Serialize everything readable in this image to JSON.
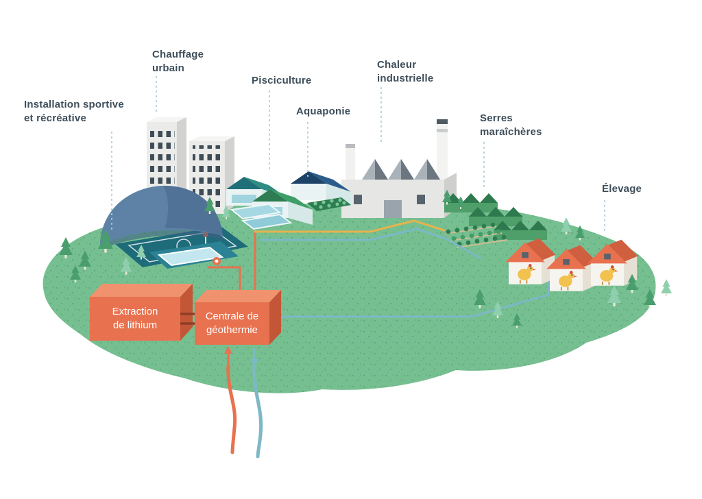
{
  "labels": {
    "installation_sportive": "Installation sportive\net récréative",
    "chauffage_urbain": "Chauffage\nurbain",
    "pisciculture": "Pisciculture",
    "aquaponie": "Aquaponie",
    "chaleur_industrielle": "Chaleur\nindustrielle",
    "serres_maraicheres": "Serres\nmaraîchères",
    "elevage": "Élevage",
    "extraction_lithium": "Extraction\nde lithium",
    "centrale_geothermie": "Centrale de\ngéothermie"
  },
  "colors": {
    "background": "#ffffff",
    "island_green": "#74bd8d",
    "label_text": "#3e4e5a",
    "leader_line": "#a9cfda",
    "pipe_hot": "#e8714f",
    "pipe_cold": "#7cb8c6",
    "pipe_warm": "#e5b34d",
    "box_front": "#e8714f",
    "box_side": "#c25636",
    "box_top": "#f0926e",
    "box_label_text": "#ffffff",
    "dome_blue": "#5d82a6",
    "greenhouse_teal": "#2e8c82",
    "greenhouse_navy": "#2a5d8c",
    "greenhouse_green": "#3f9e68",
    "house_roof_orange": "#e8714f"
  },
  "icons": {
    "tree": "pine-tree-icon",
    "chicken": "chicken-icon",
    "lifebuoy": "lifebuoy-icon",
    "hot_flow": "arrow-up-icon",
    "cold_flow": "arrow-down-icon"
  }
}
